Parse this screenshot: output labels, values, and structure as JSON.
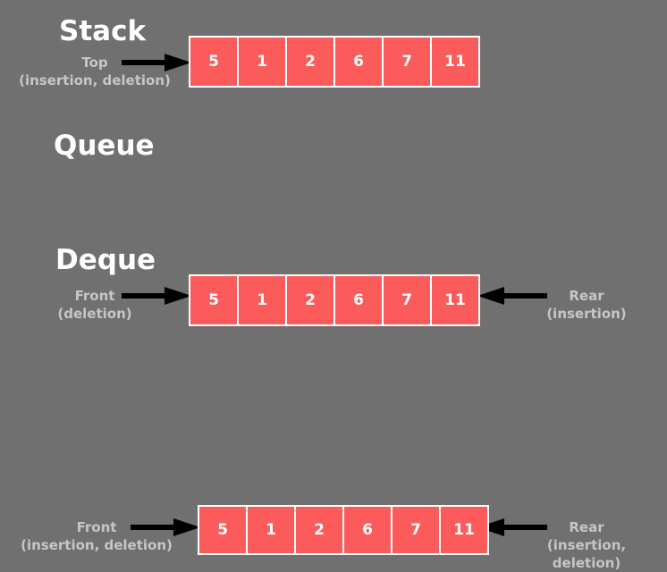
{
  "background_color": "#707070",
  "accent_color": "#fb5b5b",
  "title_color": "#ffffff",
  "label_color": "#c6c6c6",
  "arrow_color": "#000000",
  "cell_border_color": "#ffffff",
  "sections": {
    "stack": {
      "title": "Stack",
      "left_label": {
        "line1": "Top",
        "line2": "(insertion, deletion)"
      },
      "arrow_left": "arrow-right-icon",
      "values": [
        "5",
        "1",
        "2",
        "6",
        "7",
        "11"
      ]
    },
    "queue": {
      "title": "Queue",
      "left_label": {
        "line1": "Front",
        "line2": "(deletion)"
      },
      "right_label": {
        "line1": "Rear",
        "line2": "(insertion)"
      },
      "arrow_left": "arrow-right-icon",
      "arrow_right": "arrow-left-icon",
      "values": [
        "5",
        "1",
        "2",
        "6",
        "7",
        "11"
      ]
    },
    "deque": {
      "title": "Deque",
      "left_label": {
        "line1": "Front",
        "line2": "(insertion, deletion)"
      },
      "right_label": {
        "line1": "Rear",
        "line2": "(insertion,",
        "line3": "deletion)"
      },
      "arrow_left": "arrow-right-icon",
      "arrow_right": "arrow-left-icon",
      "values": [
        "5",
        "1",
        "2",
        "6",
        "7",
        "11"
      ]
    }
  }
}
